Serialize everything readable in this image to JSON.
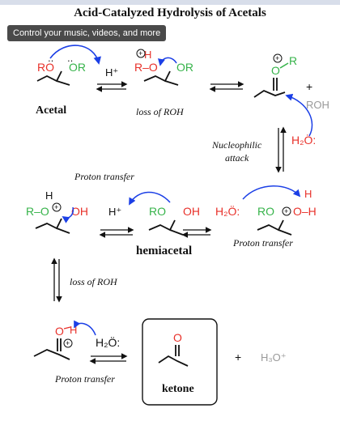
{
  "title": "Acid-Catalyzed Hydrolysis of Acetals",
  "tooltip": "Control your music, videos, and more",
  "labels": {
    "acetal": "Acetal",
    "loss_of_roh_1": "loss of ROH",
    "nucleophilic": "Nucleophilic",
    "attack": "attack",
    "proton_transfer_1": "Proton transfer",
    "hemiacetal": "hemiacetal",
    "proton_transfer_2": "Proton transfer",
    "loss_of_roh_2": "loss of ROH",
    "proton_transfer_3": "Proton transfer",
    "ketone": "ketone"
  },
  "species": {
    "h_plus_1": "H⁺",
    "plus_1": "+",
    "roh_product": "ROH",
    "h2o_attack": "H₂Ö:",
    "h_plus_2": "H⁺",
    "h2o_2": "H₂Ö:",
    "h2o_3": "H₂Ö:",
    "plus_2": "+",
    "h3o_plus": "H₃O⁺"
  },
  "atoms": {
    "ro_left": "RO",
    "or_right": "OR",
    "r_minus_o": "R–O",
    "h": "H",
    "r": "R",
    "o": "O",
    "r_o": "R–O",
    "oh": "OH",
    "ro": "RO",
    "o_h": "O–H"
  },
  "colors": {
    "red": "#e8312a",
    "green": "#36b34a",
    "blue": "#1b3fe6",
    "gray": "#9a9a9a",
    "black": "#111111"
  }
}
